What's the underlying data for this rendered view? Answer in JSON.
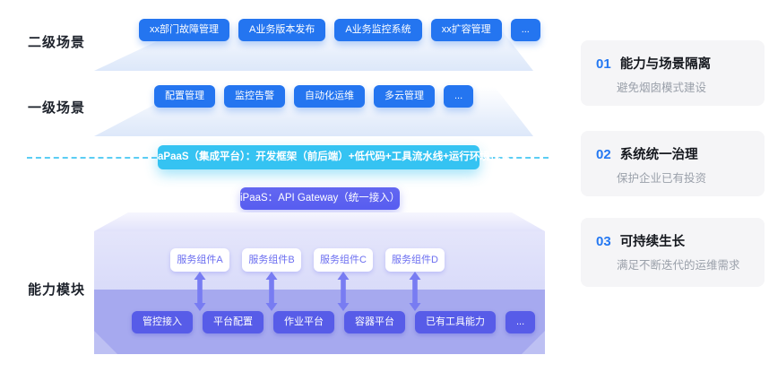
{
  "palette": {
    "blue": "#2475f0",
    "cyan": "#35c3f2",
    "indigo": "#575ce8",
    "slab_purple": "#a6a9ef",
    "number_accent": "#2478f2"
  },
  "stages": {
    "secondary": "二级场景",
    "primary": "一级场景",
    "capability": "能力模块"
  },
  "rows": {
    "secondary": {
      "buttons": [
        "xx部门故障管理",
        "A业务版本发布",
        "A业务监控系统",
        "xx扩容管理",
        "..."
      ]
    },
    "primary": {
      "buttons": [
        "配置管理",
        "监控告警",
        "自动化运维",
        "多云管理",
        "..."
      ]
    }
  },
  "apaas": {
    "banner": "aPaaS（集成平台）：开发框架（前后端）+低代码+工具流水线+运行环境托管"
  },
  "ipaas": {
    "pill": "iPaaS：API Gateway（统一接入）"
  },
  "capability": {
    "components": [
      "服务组件A",
      "服务组件B",
      "服务组件C",
      "服务组件D"
    ],
    "platforms": [
      "管控接入",
      "平台配置",
      "作业平台",
      "容器平台",
      "已有工具能力",
      "..."
    ]
  },
  "benefits": [
    {
      "num": "01",
      "title": "能力与场景隔离",
      "desc": "避免烟囱模式建设"
    },
    {
      "num": "02",
      "title": "系统统一治理",
      "desc": "保护企业已有投资"
    },
    {
      "num": "03",
      "title": "可持续生长",
      "desc": "满足不断迭代的运维需求"
    }
  ]
}
